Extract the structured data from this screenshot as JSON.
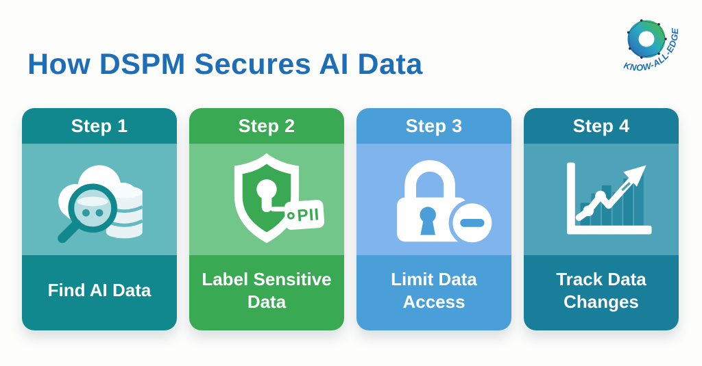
{
  "header": {
    "title": "How DSPM Secures AI Data",
    "title_color": "#1d6eb7"
  },
  "logo": {
    "brand_text": "KNOW-ALL-EDGE",
    "text_color": "#1d6eb7",
    "donut_gradient": [
      "#2a72b5",
      "#2aa9c4",
      "#43b95c"
    ]
  },
  "steps": [
    {
      "step_label": "Step 1",
      "caption": "Find AI Data",
      "caption_lines": [
        "Find AI Data",
        ""
      ],
      "icon": "cloud-database-magnifier-icon",
      "colors": {
        "band": "#10888d",
        "panel": "#64b9bf"
      }
    },
    {
      "step_label": "Step 2",
      "caption": "Label Sensitive Data",
      "caption_lines": [
        "Label Sensitive",
        "Data"
      ],
      "icon": "shield-pii-tag-icon",
      "tag_label": "PII",
      "colors": {
        "band": "#3aa953",
        "panel": "#72c689"
      }
    },
    {
      "step_label": "Step 3",
      "caption": "Limit Data Access",
      "caption_lines": [
        "Limit Data",
        "Access"
      ],
      "icon": "padlock-restricted-icon",
      "colors": {
        "band": "#4b9fd9",
        "panel": "#7fb4ec"
      }
    },
    {
      "step_label": "Step 4",
      "caption": "Track Data Changes",
      "caption_lines": [
        "Track Data",
        "Changes"
      ],
      "icon": "growth-chart-icon",
      "colors": {
        "band": "#187e99",
        "panel": "#4fa3b8"
      }
    }
  ]
}
